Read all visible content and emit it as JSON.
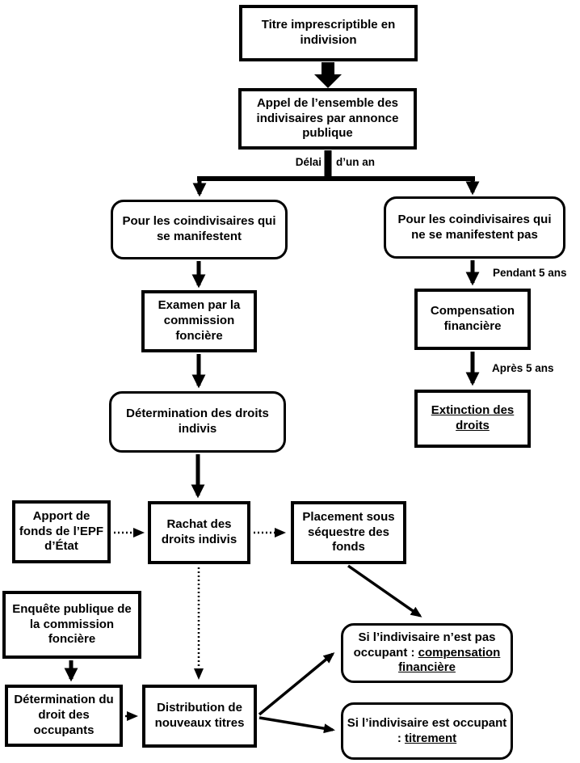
{
  "diagram": {
    "background_color": "#ffffff",
    "line_color": "#000000",
    "nodes": {
      "titre": {
        "label": "Titre imprescriptible en indivision",
        "shape": "rect"
      },
      "appel": {
        "label": "Appel de l’ensemble des indivisaires par annonce publique",
        "shape": "rect"
      },
      "coind_oui": {
        "label": "Pour les coindivisaires qui se manifestent",
        "shape": "rounded"
      },
      "coind_non": {
        "label": "Pour les coindivisaires qui ne se manifestent pas",
        "shape": "rounded"
      },
      "examen": {
        "label": "Examen par la commission foncière",
        "shape": "rect"
      },
      "det_indivis": {
        "label": "Détermination des droits indivis",
        "shape": "rounded"
      },
      "compensation": {
        "label": "Compensation financière",
        "shape": "rect"
      },
      "extinction": {
        "underlined": "Extinction des droits",
        "shape": "rect"
      },
      "apport": {
        "label": "Apport de fonds de l’EPF d’État",
        "shape": "rect"
      },
      "rachat": {
        "label": "Rachat des droits indivis",
        "shape": "rect"
      },
      "placement": {
        "label": "Placement sous séquestre des fonds",
        "shape": "rect"
      },
      "enquete": {
        "label": "Enquête publique de la commission foncière",
        "shape": "rect"
      },
      "det_occupants": {
        "label": "Détermination du droit des occupants",
        "shape": "rect"
      },
      "distribution": {
        "label": "Distribution de nouveaux titres",
        "shape": "rect"
      },
      "si_pas_occupant": {
        "label": "Si l’indivisaire n’est pas occupant : ",
        "underlined": "compensation financière",
        "shape": "rounded"
      },
      "si_occupant": {
        "label": "Si l’indivisaire est occupant : ",
        "underlined": "titrement",
        "shape": "rounded"
      }
    },
    "edge_labels": {
      "delai_left": "Délai",
      "delai_right": "d’un an",
      "pendant_5_ans": "Pendant 5 ans",
      "apres_5_ans": "Après 5 ans"
    }
  }
}
